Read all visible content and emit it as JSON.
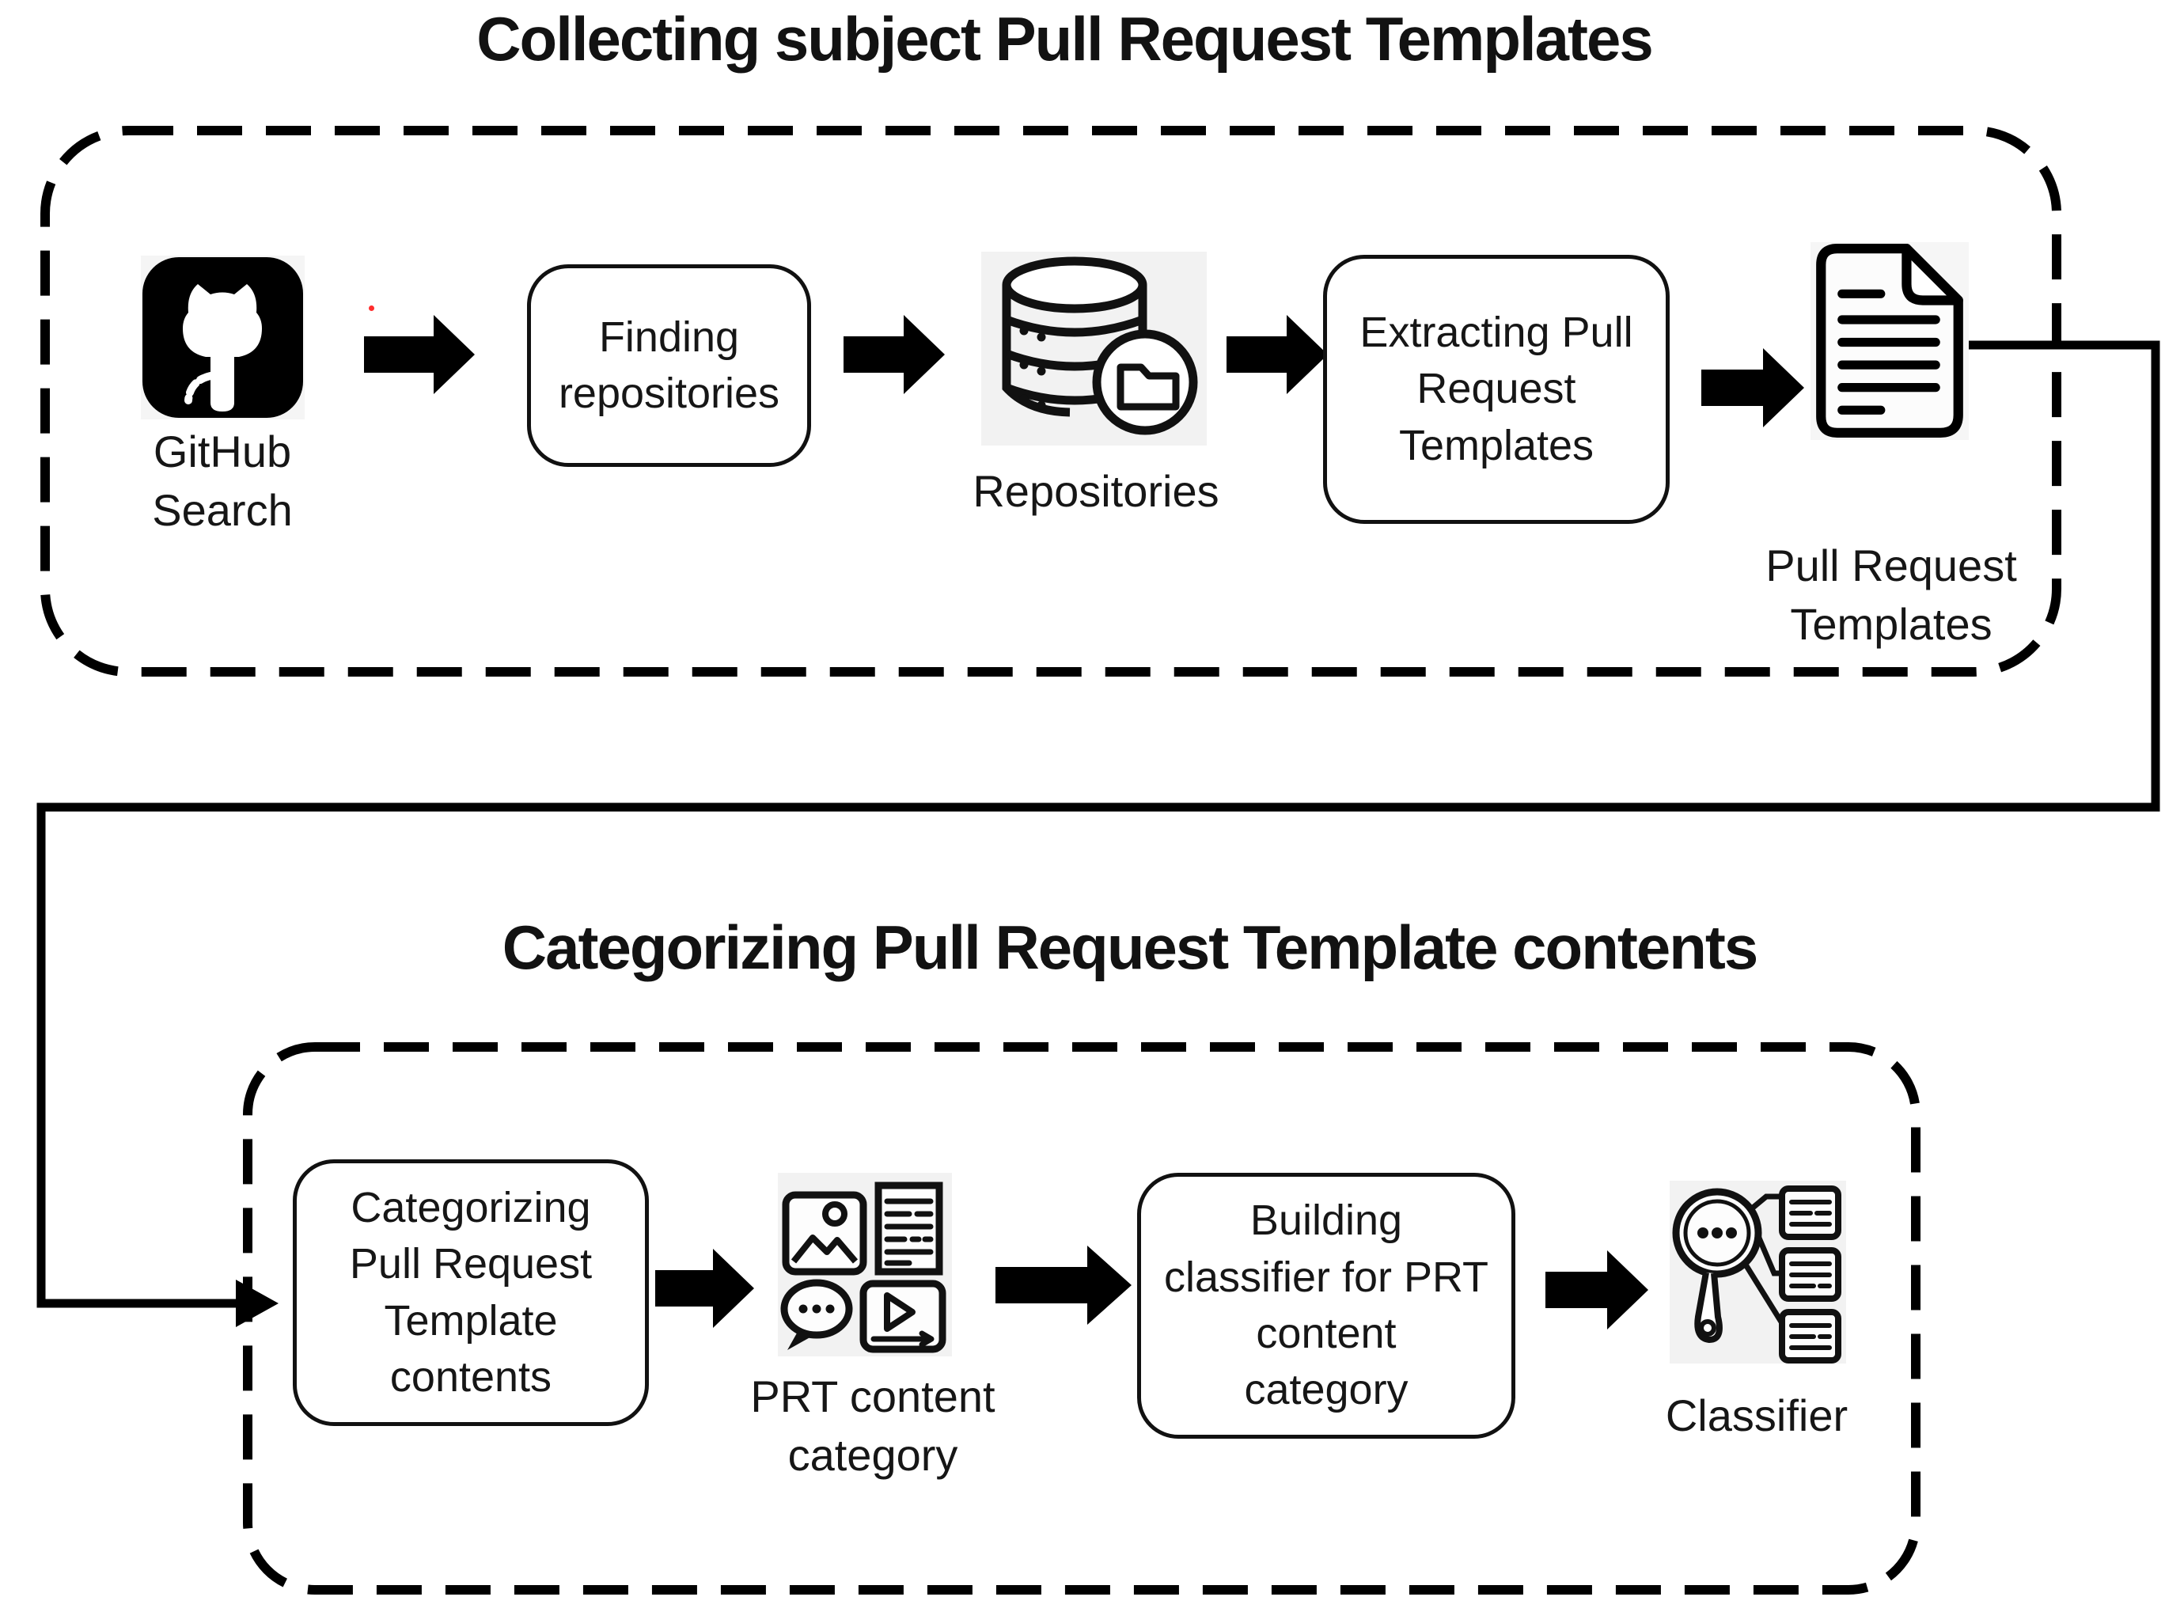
{
  "diagram": {
    "colors": {
      "ink": "#000000",
      "box_border": "#111111",
      "icon_tile": "#f2f2f2",
      "background": "#ffffff",
      "red_dot_artifact": "#ff2d2d"
    },
    "sections": [
      {
        "title": "Collecting subject Pull Request Templates",
        "container": "dashed-rounded-box",
        "nodes": [
          {
            "name": "github-search",
            "kind": "icon",
            "icon": "github-icon",
            "label": "GitHub\nSearch"
          },
          {
            "name": "finding-repositories",
            "kind": "process",
            "label": "Finding\nrepositories"
          },
          {
            "name": "repositories",
            "kind": "icon",
            "icon": "database-folder-icon",
            "label": "Repositories"
          },
          {
            "name": "extracting-prt",
            "kind": "process",
            "label": "Extracting Pull\nRequest\nTemplates"
          },
          {
            "name": "pull-request-templates",
            "kind": "icon",
            "icon": "document-icon",
            "label": "Pull Request\nTemplates"
          }
        ]
      },
      {
        "title": "Categorizing Pull Request Template contents",
        "container": "dashed-rounded-box",
        "nodes": [
          {
            "name": "categorizing-prt-contents",
            "kind": "process",
            "label": "Categorizing\nPull Request\nTemplate\ncontents"
          },
          {
            "name": "prt-content-category",
            "kind": "icon",
            "icon": "content-category-icon",
            "label": "PRT content\ncategory"
          },
          {
            "name": "building-classifier",
            "kind": "process",
            "label": "Building\nclassifier for PRT\ncontent\ncategory"
          },
          {
            "name": "classifier",
            "kind": "icon",
            "icon": "magnifier-classifier-icon",
            "label": "Classifier"
          }
        ]
      }
    ],
    "flow": {
      "style": "solid-block-arrows",
      "connector": "elbow from Pull Request Templates down-left into Categorizing box"
    }
  }
}
